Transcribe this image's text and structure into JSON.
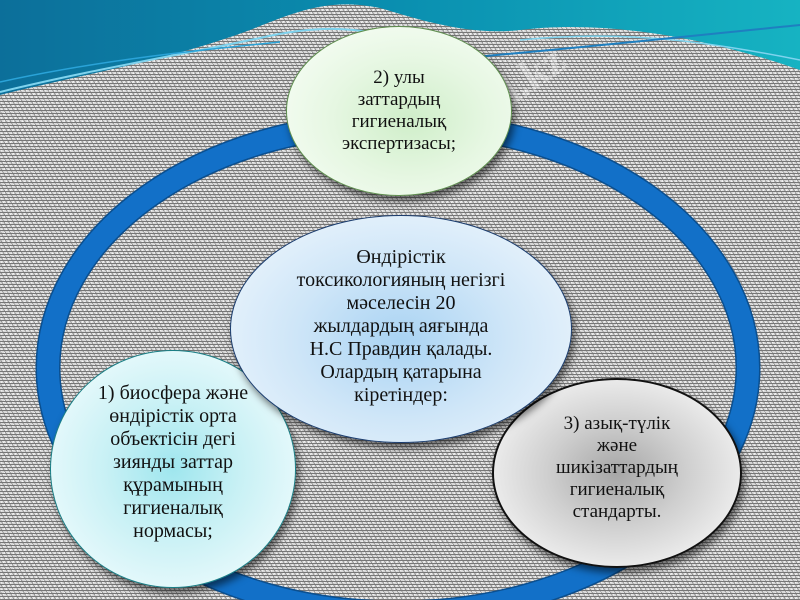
{
  "slide": {
    "colors": {
      "header_teal": "#0a8fb0",
      "ring_blue": "#1270c8",
      "top_node_fill": "#e6f7e2",
      "center_node_fill": "#cfe6f8",
      "left_node_fill": "#c9f1f5",
      "right_node_fill": "#d9d9d9"
    },
    "center_node": {
      "text": "Өндірістік\nтоксикологияның негізгі\nмәселесін 20\nжылдардың аяғында\nН.С  Правдин қалады.\nОлардың қатарына\nкіретіндер:"
    },
    "nodes": [
      {
        "position": "top",
        "text": "2) улы\nзаттардың\nгигиеналық\nэкспертизасы;"
      },
      {
        "position": "left",
        "text": "1) биосфера және\nөндірістік орта\nобъектісін дегі\nзиянды заттар\nқұрамының\nгигиеналық\nнормасы;"
      },
      {
        "position": "right",
        "text": "3) азық-түлік\nжәне\nшикізаттардың\nгигиеналық\nстандарты."
      }
    ],
    "watermark": "Stud.kz"
  }
}
